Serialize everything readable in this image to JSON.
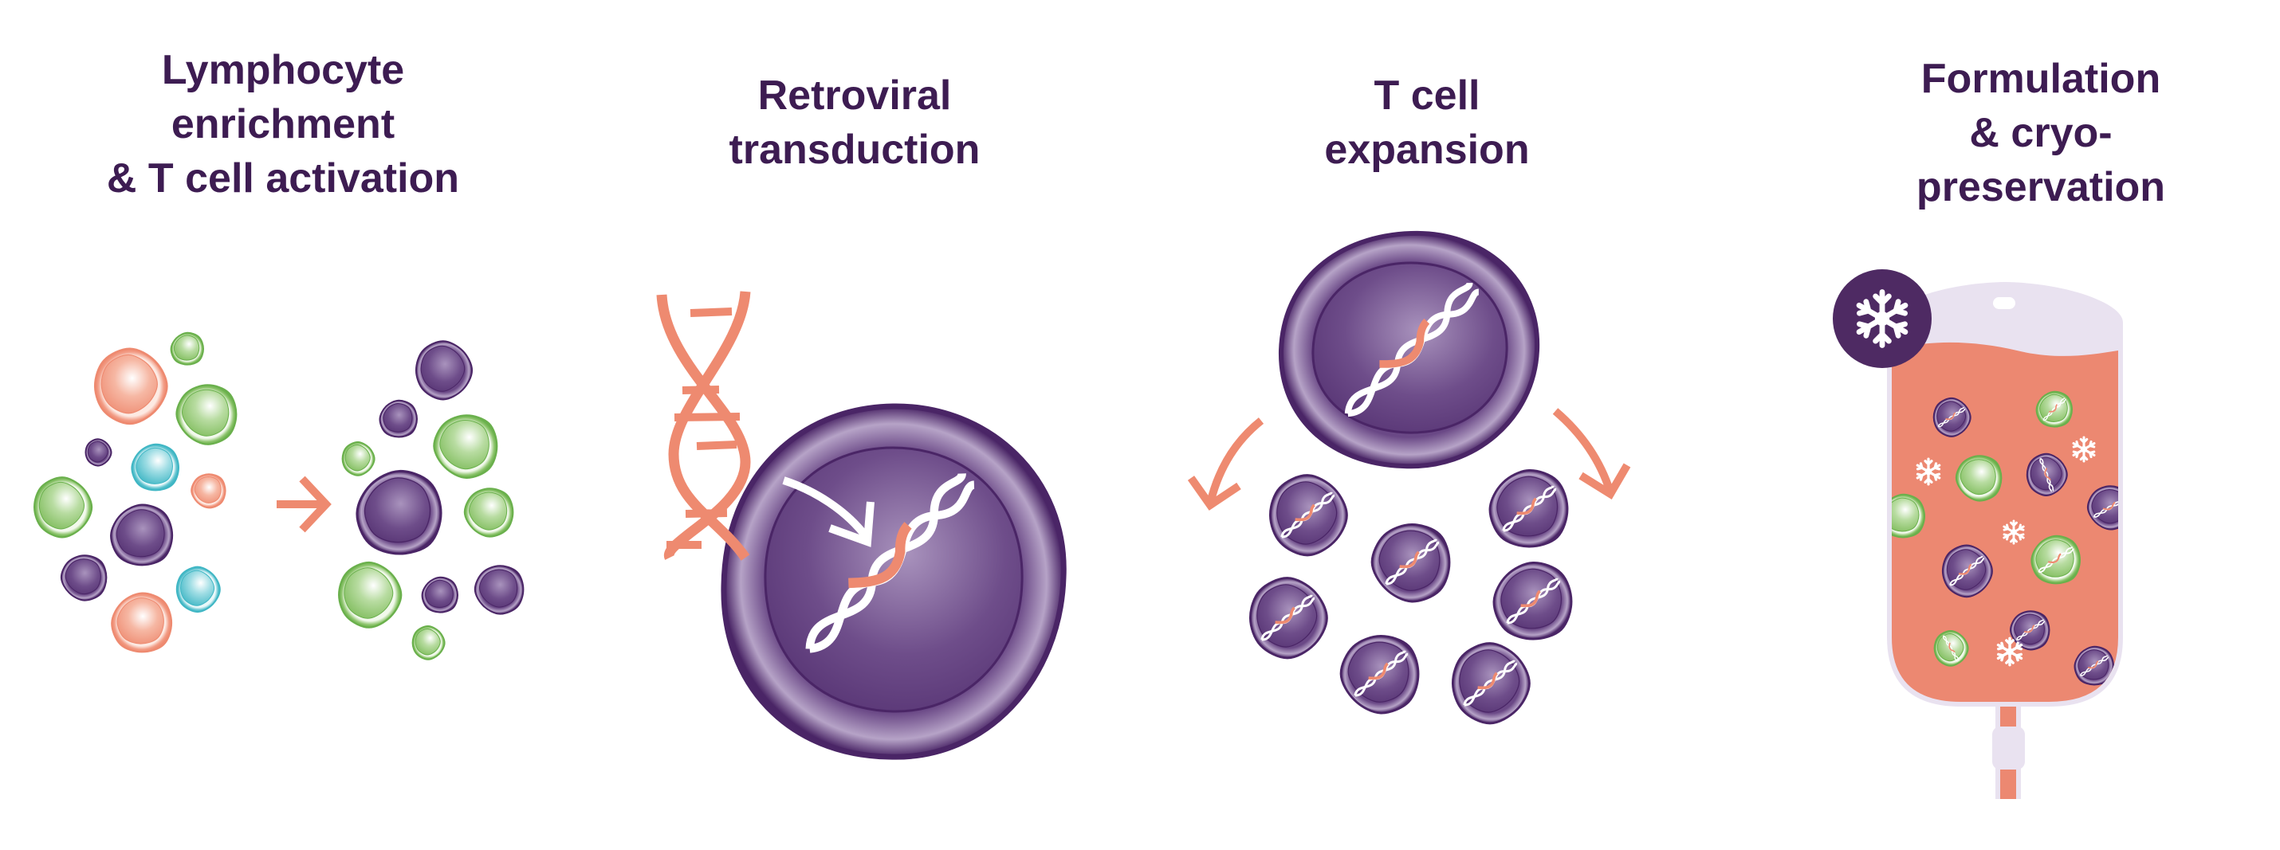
{
  "diagram": {
    "type": "process-flow",
    "colors": {
      "title_text": "#3d1c52",
      "t_cell_purple": "#5a3775",
      "t_cell_purple_dark": "#4a2566",
      "t_cell_highlight": "#a993bd",
      "lymphocyte_green": "#6ab04c",
      "lymphocyte_green_light": "#dff0d2",
      "lymphocyte_salmon": "#ee8a70",
      "lymphocyte_salmon_light": "#fde4dc",
      "lymphocyte_cyan": "#3fb6c4",
      "lymphocyte_cyan_light": "#def4f6",
      "vector_dna": "#ee8a70",
      "host_dna": "#ffffff",
      "bag_outline": "#e9e2f0",
      "bag_liquid": "#ec8871",
      "badge": "#4e2a63"
    },
    "steps": [
      {
        "id": "lymphocyte-enrichment",
        "title_lines": [
          "Lymphocyte",
          "enrichment",
          "& T cell activation"
        ],
        "icons": [
          "mixed-cells-icon",
          "arrow-right-icon",
          "enriched-cells-icon"
        ]
      },
      {
        "id": "retroviral-transduction",
        "title_lines": [
          "Retroviral",
          "transduction"
        ],
        "icons": [
          "dna-helix-icon",
          "t-cell-icon",
          "insertion-arrow-icon",
          "integrated-dna-icon"
        ]
      },
      {
        "id": "t-cell-expansion",
        "title_lines": [
          "T cell",
          "expansion"
        ],
        "icons": [
          "parent-t-cell-icon",
          "curved-arrow-left-icon",
          "curved-arrow-right-icon",
          "daughter-t-cell-icon"
        ]
      },
      {
        "id": "formulation-cryopreservation",
        "title_lines": [
          "Formulation",
          "& cryo-",
          "preservation"
        ],
        "icons": [
          "snowflake-badge-icon",
          "infusion-bag-icon",
          "snowflake-icon"
        ]
      }
    ]
  }
}
